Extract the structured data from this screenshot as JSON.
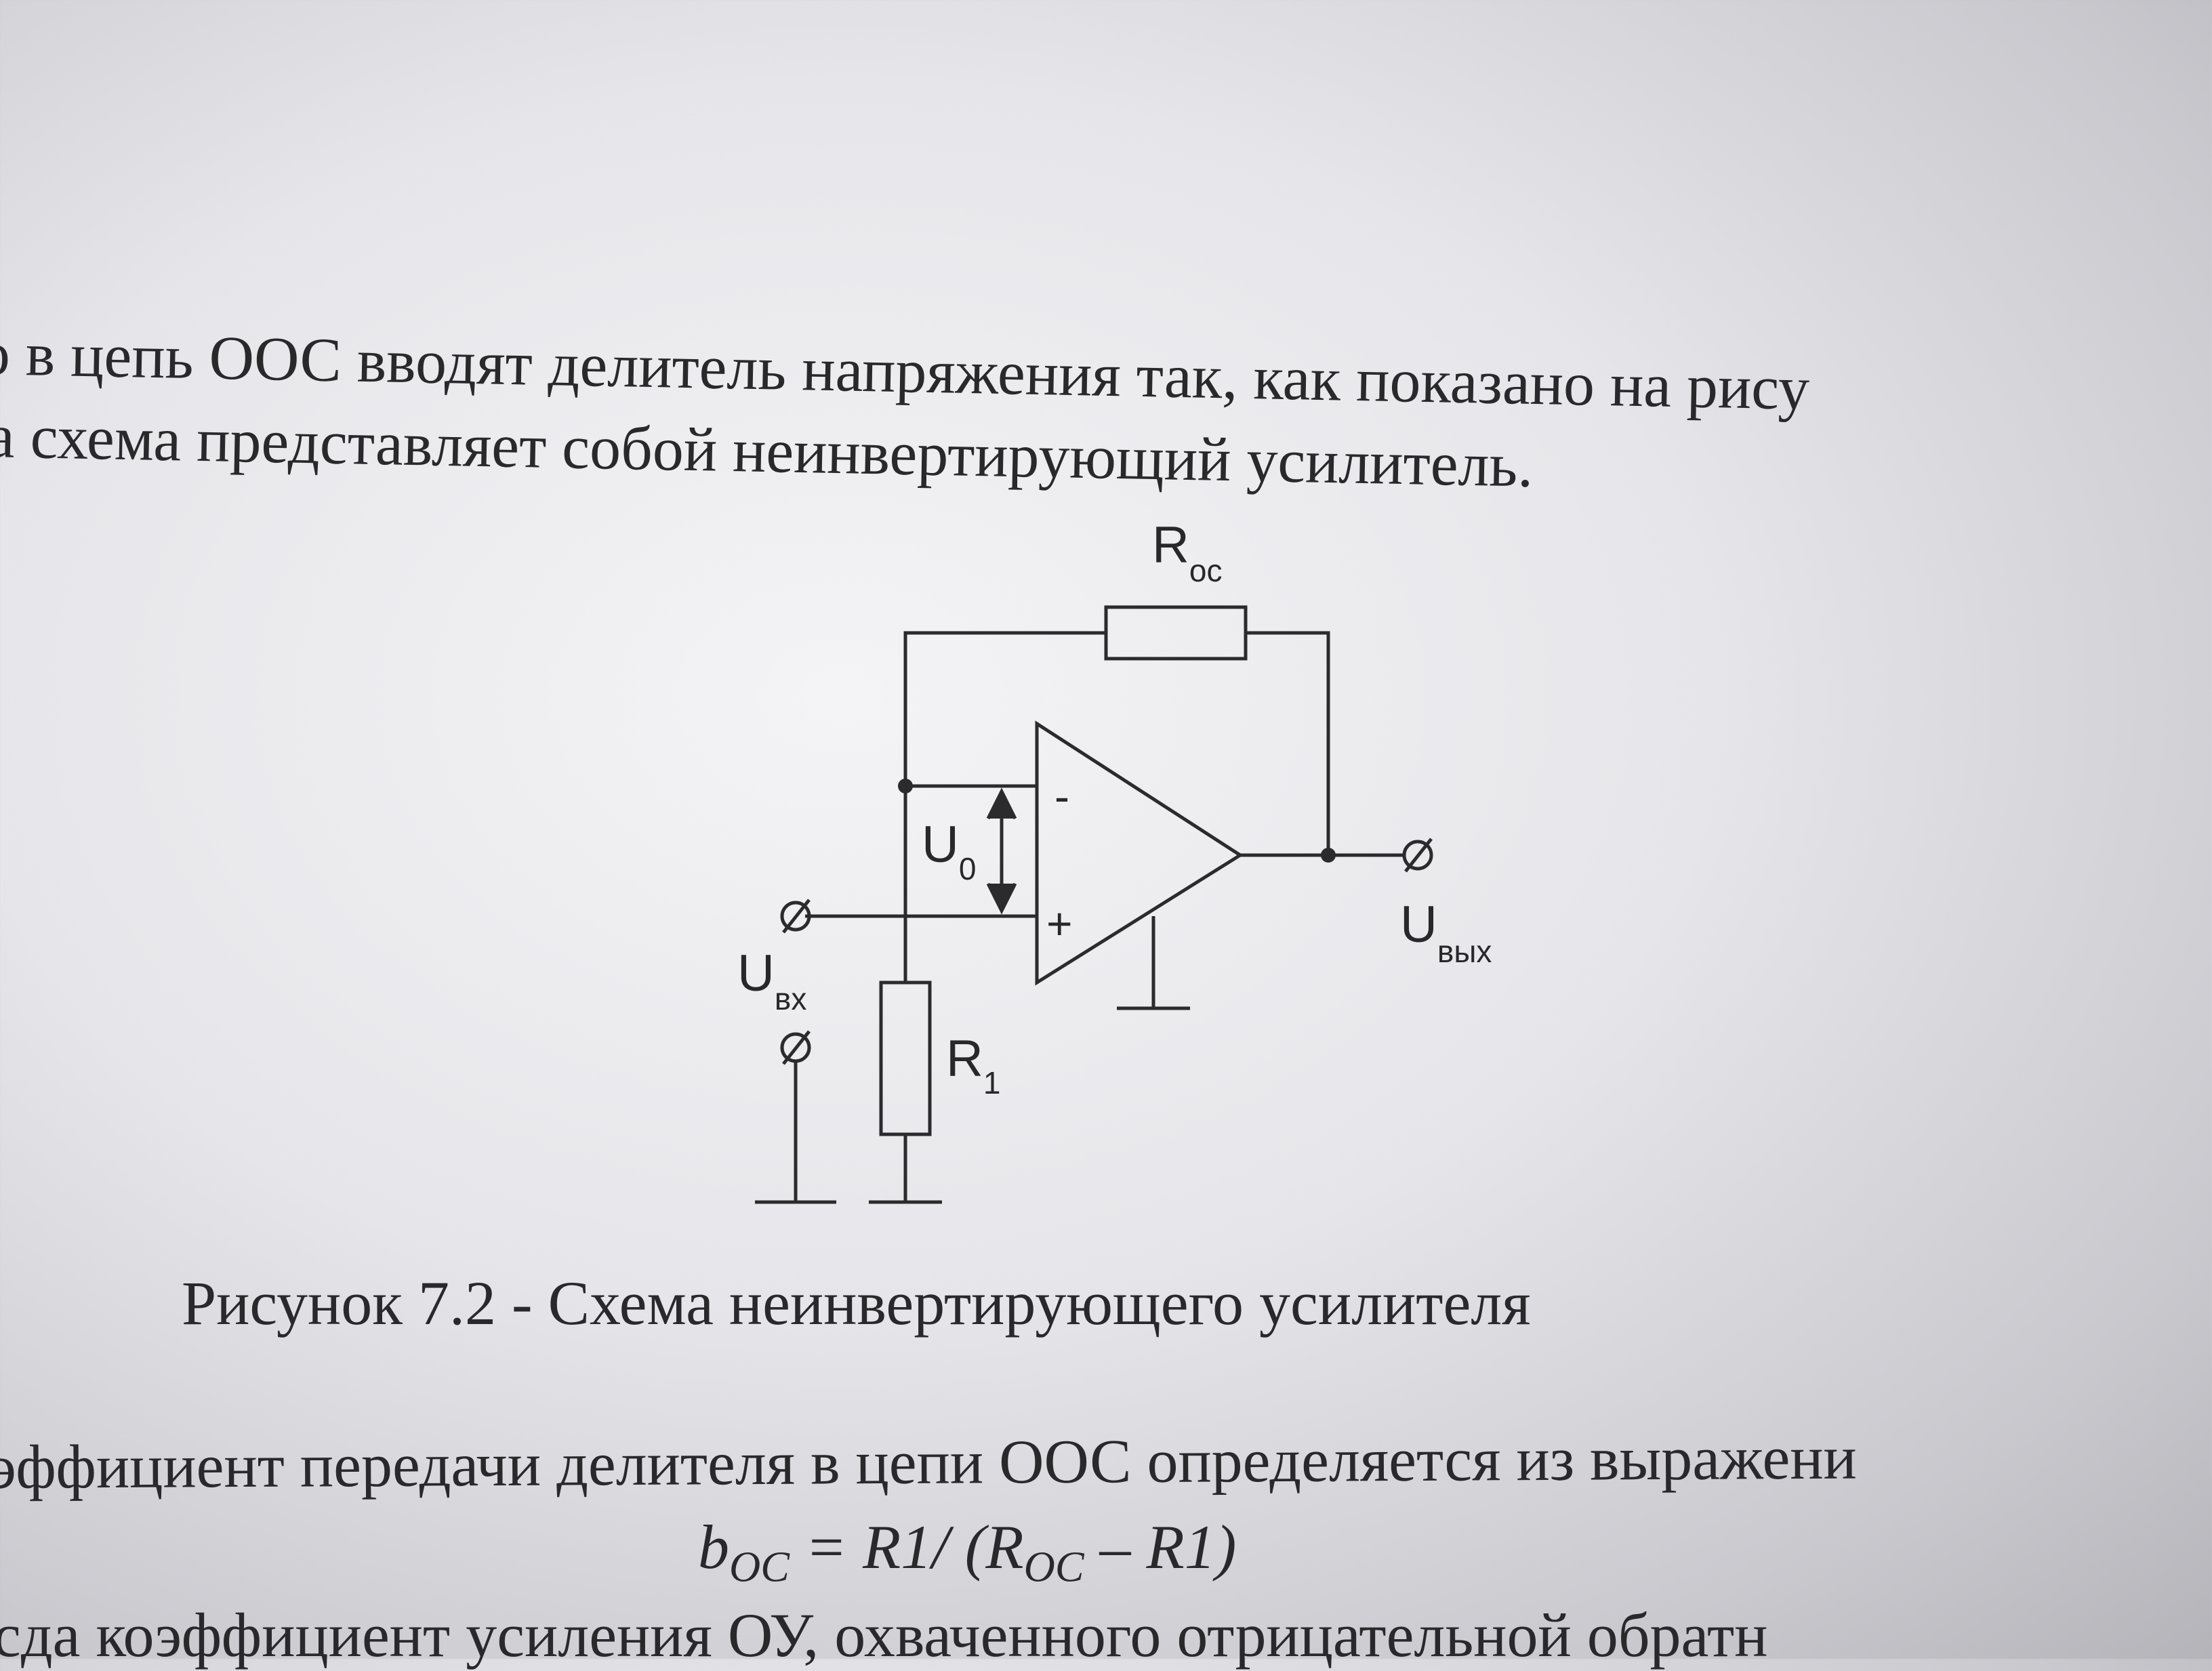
{
  "text": {
    "line1": "о в цепь ООС вводят делитель напряжения так, как показано на рису",
    "line2": "а схема представляет собой неинвертирующий усилитель.",
    "caption": "Рисунок 7.2 - Схема неинвертирующего усилителя",
    "line3": "эффициент передачи делителя в цепи ООС определяется из выражени",
    "formula_b": "b",
    "formula_b_sub": "OC",
    "formula_mid": " = R1/ (R",
    "formula_r_sub": "OC",
    "formula_end": " – R1)",
    "line4": "сда коэффициент усиления ОУ, охваченного отрицательной обратн"
  },
  "circuit": {
    "labels": {
      "r_oc": "R",
      "r_oc_sub": "oc",
      "r1": "R",
      "r1_sub": "1",
      "u0": "U",
      "u0_sub": "0",
      "minus": "-",
      "plus": "+",
      "u_in": "U",
      "u_in_sub": "вх",
      "u_out": "U",
      "u_out_sub": "вых"
    }
  }
}
